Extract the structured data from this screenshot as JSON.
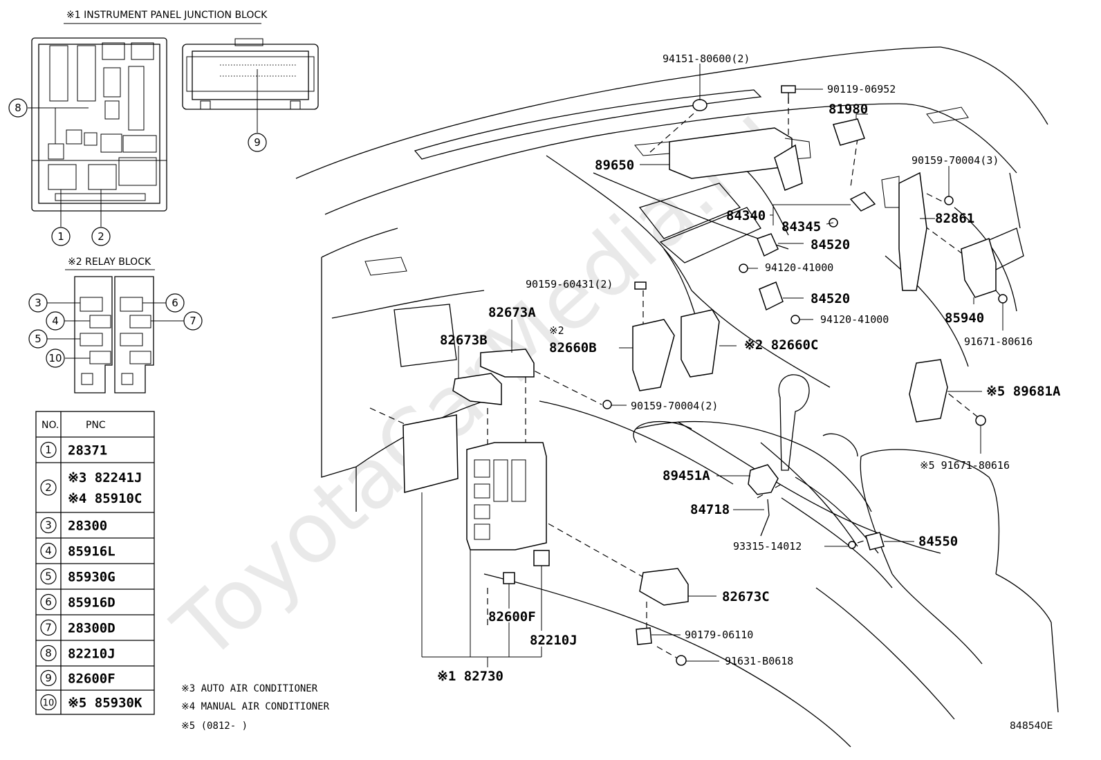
{
  "diagram_code": "848540E",
  "watermark": "ToyotaCarMedia.ru",
  "insets": {
    "junction_block_title": "※1 INSTRUMENT PANEL JUNCTION BLOCK",
    "relay_block_title": "※2 RELAY BLOCK"
  },
  "table": {
    "header_no": "NO.",
    "header_pnc": "PNC",
    "rows": [
      {
        "no": "1",
        "pnc": [
          "28371"
        ]
      },
      {
        "no": "2",
        "pnc": [
          "※3 82241J",
          "※4 85910C"
        ]
      },
      {
        "no": "3",
        "pnc": [
          "28300"
        ]
      },
      {
        "no": "4",
        "pnc": [
          "85916L"
        ]
      },
      {
        "no": "5",
        "pnc": [
          "85930G"
        ]
      },
      {
        "no": "6",
        "pnc": [
          "85916D"
        ]
      },
      {
        "no": "7",
        "pnc": [
          "28300D"
        ]
      },
      {
        "no": "8",
        "pnc": [
          "82210J"
        ]
      },
      {
        "no": "9",
        "pnc": [
          "82600F"
        ]
      },
      {
        "no": "10",
        "pnc": [
          "※5 85930K"
        ]
      }
    ]
  },
  "footnotes": [
    "※3 AUTO AIR CONDITIONER",
    "※4 MANUAL AIR CONDITIONER",
    "※5 (0812-      )"
  ],
  "callouts": {
    "c94151": "94151-80600(2)",
    "c90119": "90119-06952",
    "c81980": "81980",
    "c89650": "89650",
    "c90159_3": "90159-70004(3)",
    "c84340": "84340",
    "c84345": "84345",
    "c82861": "82861",
    "c84520a": "84520",
    "c94120a": "94120-41000",
    "c90159_60431": "90159-60431(2)",
    "c84520b": "84520",
    "c94120b": "94120-41000",
    "c85940": "85940",
    "c82673A": "82673A",
    "c82673B": "82673B",
    "c82660B_note": "※2",
    "c82660B": "82660B",
    "c82660C": "※2 82660C",
    "c91671a": "91671-80616",
    "c90159_2": "90159-70004(2)",
    "c89681A": "※5 89681A",
    "c91671b": "※5 91671-80616",
    "c89451A": "89451A",
    "c84718": "84718",
    "c93315": "93315-14012",
    "c84550": "84550",
    "c82673C": "82673C",
    "c82600F": "82600F",
    "c82210J": "82210J",
    "c90179": "90179-06110",
    "c91631": "91631-B0618",
    "c82730": "※1 82730"
  },
  "inset_markers": {
    "jb": [
      "8",
      "9",
      "1",
      "2"
    ],
    "rb": [
      "3",
      "4",
      "5",
      "10",
      "6",
      "7"
    ]
  }
}
